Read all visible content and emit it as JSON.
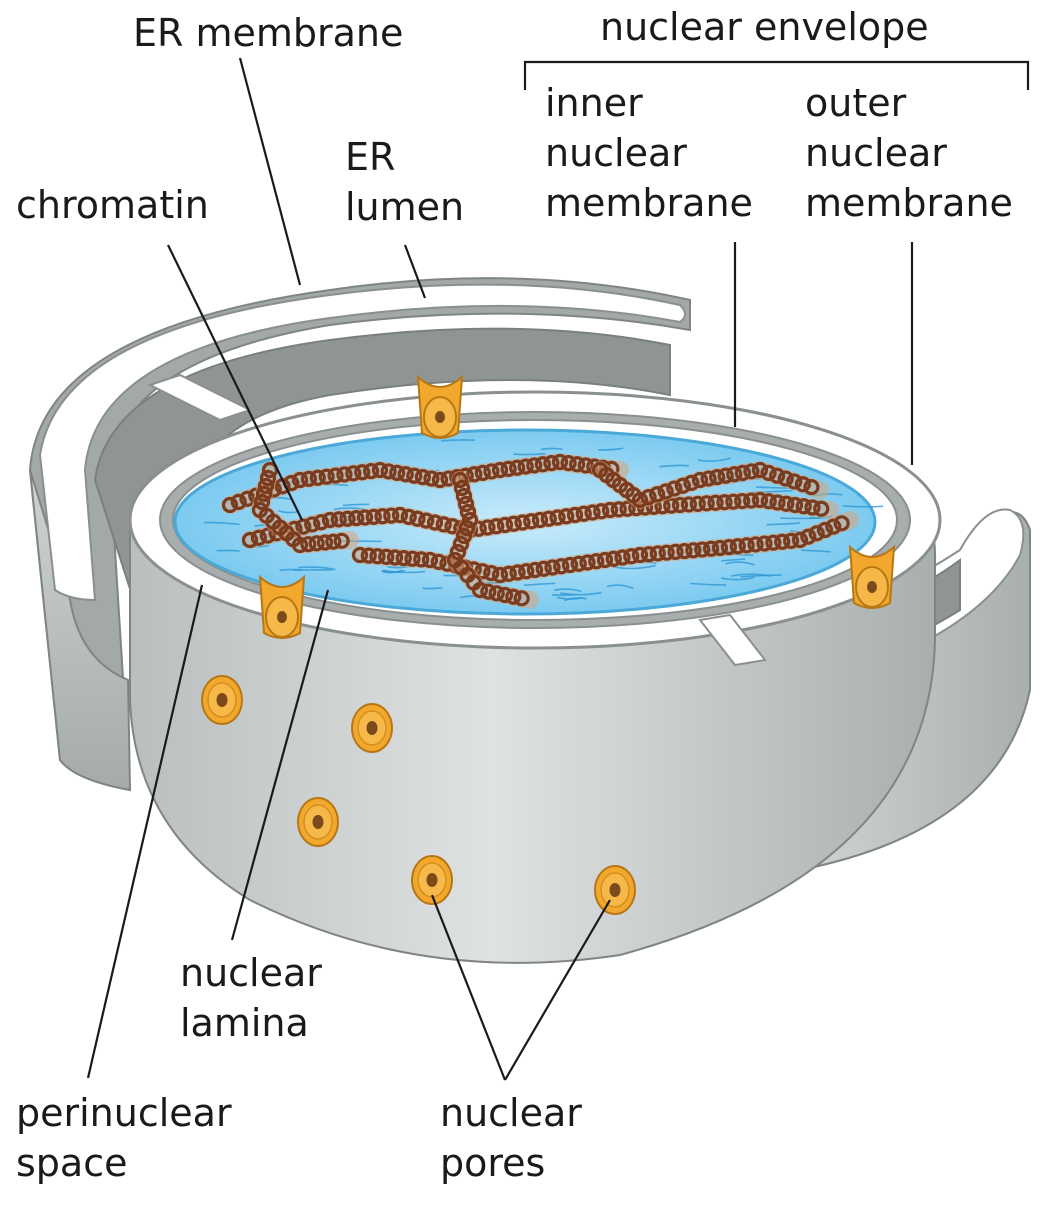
{
  "labels": {
    "er_membrane": "ER membrane",
    "nuclear_envelope": "nuclear envelope",
    "er_lumen": [
      "ER",
      "lumen"
    ],
    "chromatin": "chromatin",
    "inner_nuclear_membrane": [
      "inner",
      "nuclear",
      "membrane"
    ],
    "outer_nuclear_membrane": [
      "outer",
      "nuclear",
      "membrane"
    ],
    "nuclear_lamina": [
      "nuclear",
      "lamina"
    ],
    "perinuclear_space": [
      "perinuclear",
      "space"
    ],
    "nuclear_pores": [
      "nuclear",
      "pores"
    ]
  },
  "colors": {
    "membrane_gray": "#9ea3a3",
    "membrane_light": "#d4d8d8",
    "lumen_white": "#ffffff",
    "nucleoplasm_blue": "#6cc4ee",
    "nucleoplasm_light": "#b5e1f6",
    "chromatin_dark": "#7a3b1e",
    "chromatin_light": "#d9a47c",
    "pore_orange": "#f2a82c",
    "pore_center": "#7a4a1a",
    "leader_line": "#1a1a1a"
  }
}
